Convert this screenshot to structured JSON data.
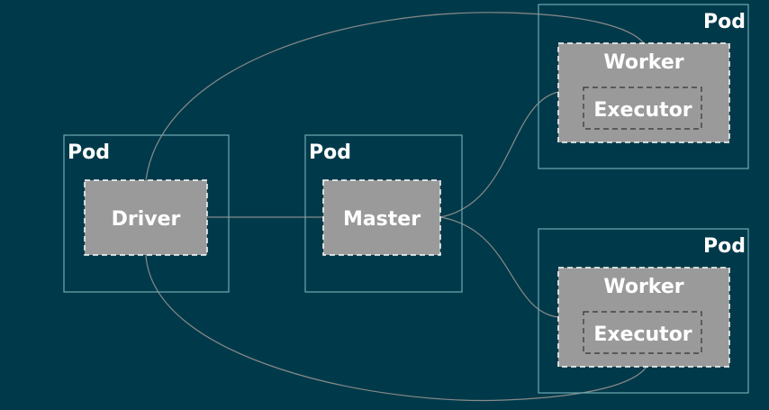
{
  "colors": {
    "background": "#003a4a",
    "pod_border": "#6ea9b3",
    "component_fill": "#9a9a9a",
    "component_border": "#ffffff",
    "inner_border": "#333333",
    "connector": "#8a8a8a",
    "text": "#ffffff"
  },
  "pods": {
    "driver": {
      "label": "Pod",
      "component": "Driver"
    },
    "master": {
      "label": "Pod",
      "component": "Master"
    },
    "worker1": {
      "label": "Pod",
      "component": "Worker",
      "inner": "Executor"
    },
    "worker2": {
      "label": "Pod",
      "component": "Worker",
      "inner": "Executor"
    }
  }
}
